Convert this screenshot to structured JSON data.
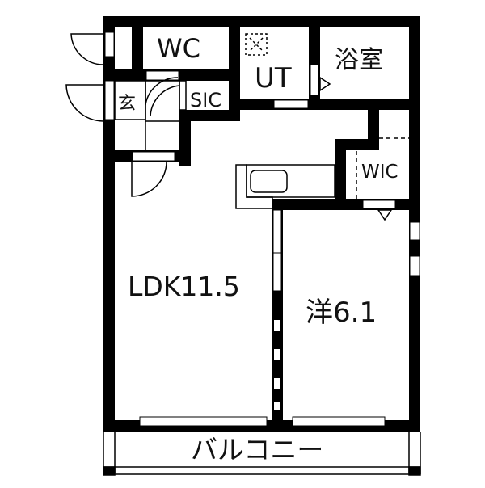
{
  "plan": {
    "wall_color": "#000000",
    "background": "#ffffff",
    "rooms": {
      "wc": "WC",
      "ut": "UT",
      "bath": "浴室",
      "entrance": "玄",
      "sic": "SIC",
      "wic": "WIC",
      "ldk": "LDK11.5",
      "western": "洋6.1",
      "balcony": "バルコニー"
    }
  }
}
